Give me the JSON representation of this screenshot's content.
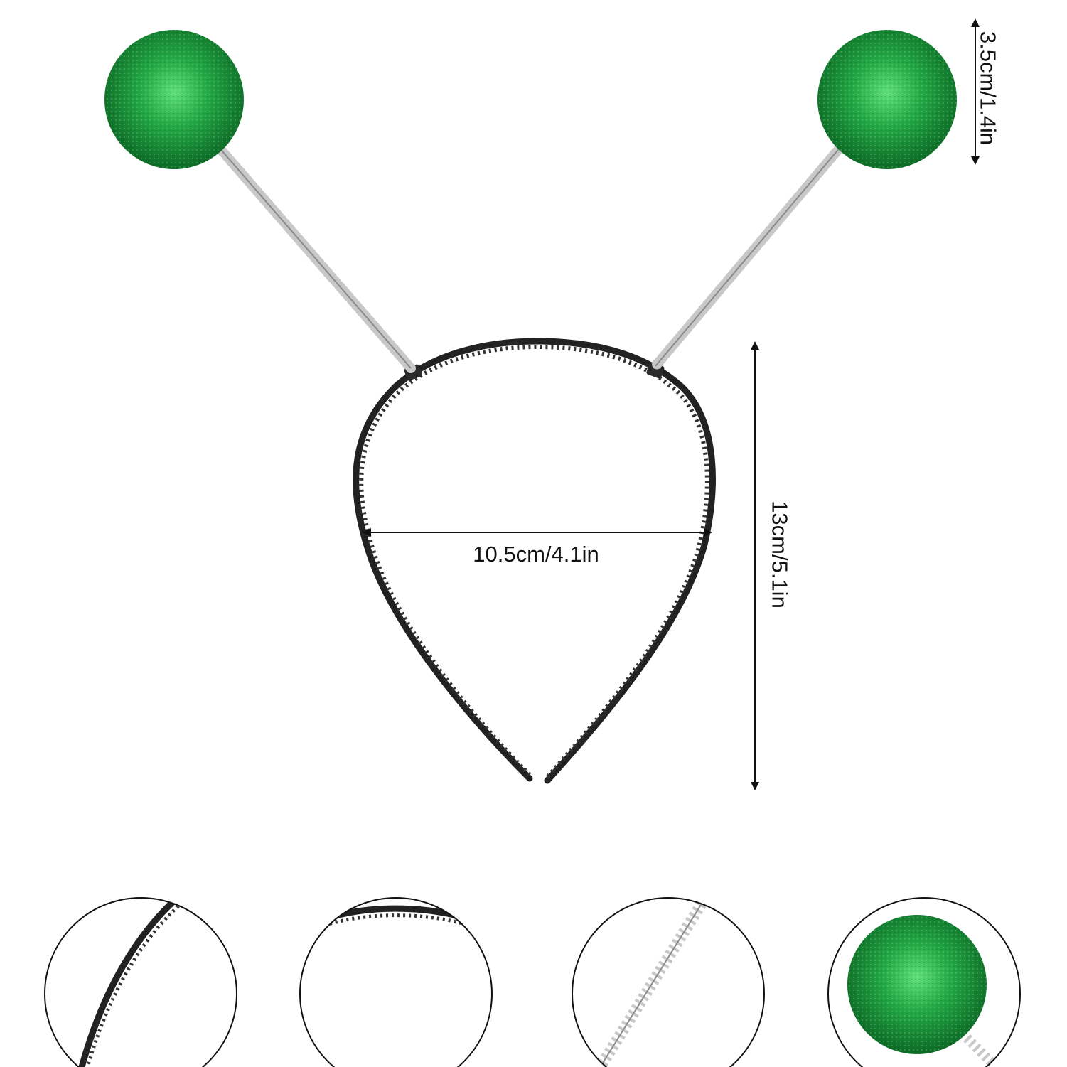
{
  "dimensions": {
    "ball_size": "3.5cm/1.4in",
    "band_width": "10.5cm/4.1in",
    "band_height": "13cm/5.1in"
  },
  "colors": {
    "ball_green": "#1e9a3c",
    "ball_highlight": "#4fd36a",
    "band_black": "#222222",
    "spring_silver": "#c8c8c8",
    "circle_outline": "#111111"
  },
  "detail_views": [
    {
      "name": "band-joint-detail"
    },
    {
      "name": "band-teeth-detail"
    },
    {
      "name": "spring-detail"
    },
    {
      "name": "ball-detail"
    }
  ]
}
